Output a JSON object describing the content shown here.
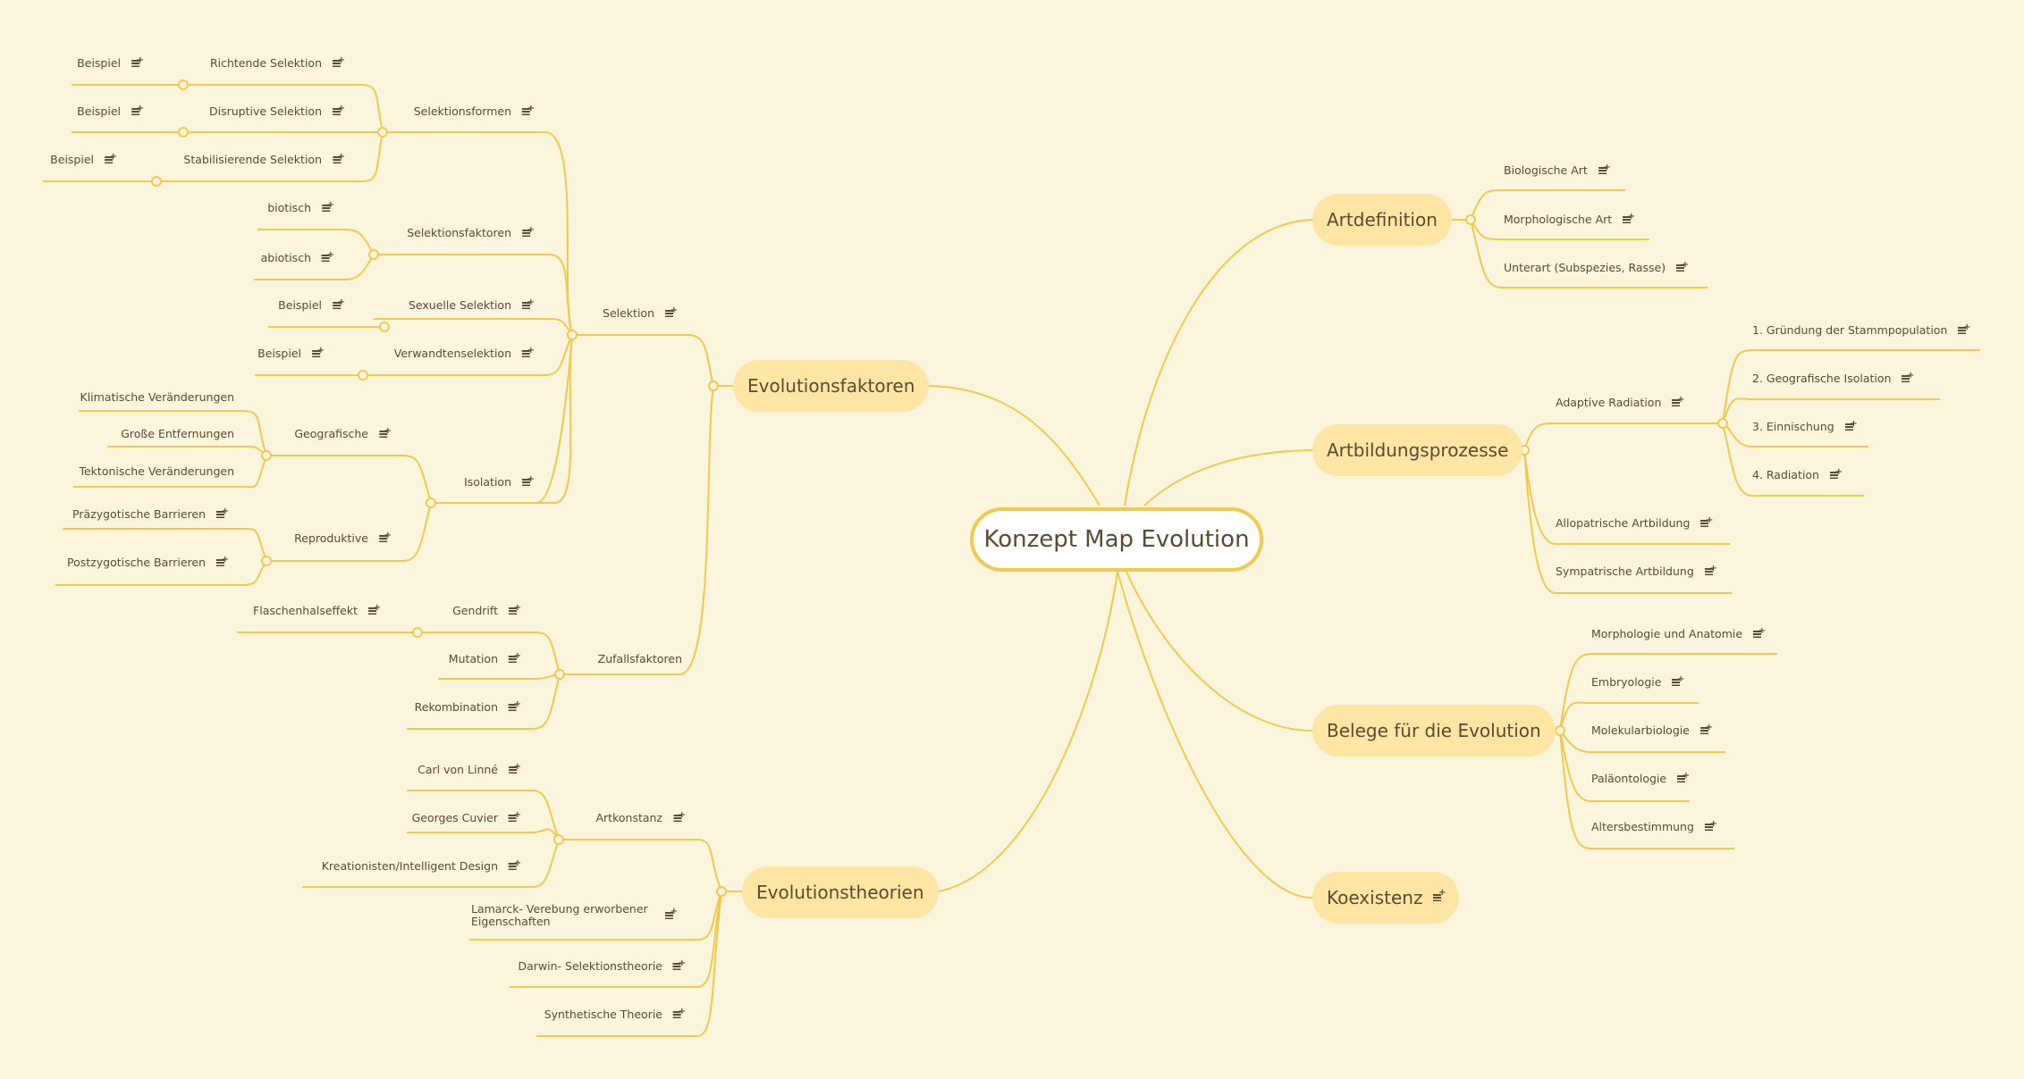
{
  "center": "Konzept Map Evolution",
  "branches": {
    "evolutionsfaktoren": "Evolutionsfaktoren",
    "evolutionstheorien": "Evolutionstheorien",
    "artdefinition": "Artdefinition",
    "artbildungsprozesse": "Artbildungsprozesse",
    "belege": "Belege für die Evolution",
    "koexistenz": "Koexistenz"
  },
  "selektion": {
    "label": "Selektion",
    "selektionsformen": "Selektionsformen",
    "richtende": "Richtende Selektion",
    "disruptive": "Disruptive Selektion",
    "stabilisierende": "Stabilisierende Selektion",
    "beispiel": "Beispiel",
    "selektionsfaktoren": "Selektionsfaktoren",
    "biotisch": "biotisch",
    "abiotisch": "abiotisch",
    "sexuelle": "Sexuelle Selektion",
    "verwandten": "Verwandtenselektion"
  },
  "isolation": {
    "label": "Isolation",
    "geografische": "Geografische",
    "klima": "Klimatische Veränderungen",
    "entfernungen": "Große Entfernungen",
    "tektonische": "Tektonische Veränderungen",
    "reproduktive": "Reproduktive",
    "praezygotisch": "Präzygotische Barrieren",
    "postzygotisch": "Postzygotische Barrieren"
  },
  "zufall": {
    "label": "Zufallsfaktoren",
    "gendrift": "Gendrift",
    "flaschenhals": "Flaschenhalseffekt",
    "mutation": "Mutation",
    "rekombination": "Rekombination"
  },
  "theorien": {
    "artkonstanz": "Artkonstanz",
    "linne": "Carl von Linné",
    "cuvier": "Georges Cuvier",
    "kreationisten": "Kreationisten/Intelligent Design",
    "lamarck": "Lamarck- Verebung erworbener Eigenschaften",
    "darwin": "Darwin- Selektionstheorie",
    "synthetisch": "Synthetische Theorie"
  },
  "artdef": {
    "biologische": "Biologische Art",
    "morphologische": "Morphologische Art",
    "unterart": "Unterart (Subspezies, Rasse)"
  },
  "artbildung": {
    "adaptive": "Adaptive Radiation",
    "s1": "1. Gründung der Stammpopulation",
    "s2": "2. Geografische Isolation",
    "s3": "3. Einnischung",
    "s4": "4. Radiation",
    "allopatrisch": "Allopatrische Artbildung",
    "sympatrisch": "Sympatrische Artbildung"
  },
  "belege": {
    "morphologie": "Morphologie und Anatomie",
    "embryologie": "Embryologie",
    "molekular": "Molekularbiologie",
    "palaeontologie": "Paläontologie",
    "alter": "Altersbestimmung"
  },
  "colors": {
    "background": "#fcf5de",
    "line": "#f2c84d",
    "pill": "#fde5a4",
    "text": "#5b4a32"
  }
}
